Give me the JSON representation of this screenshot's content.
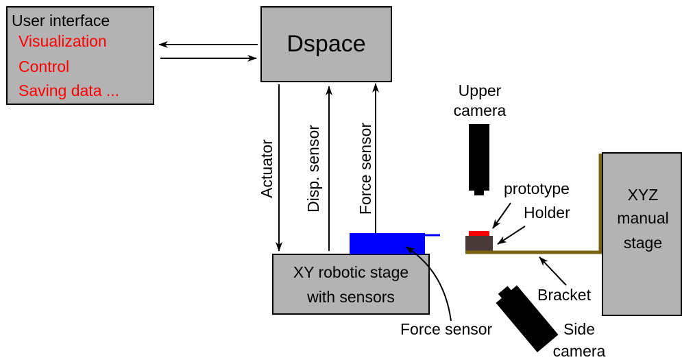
{
  "user_interface": {
    "title": "User interface",
    "items": [
      "Visualization",
      "Control",
      "Saving data ..."
    ]
  },
  "dspace": {
    "label": "Dspace"
  },
  "xy_stage": {
    "line1": "XY robotic stage",
    "line2": "with sensors"
  },
  "xyz_stage": {
    "line1": "XYZ",
    "line2": "manual",
    "line3": "stage"
  },
  "signals": {
    "actuator": "Actuator",
    "disp_sensor": "Disp. sensor",
    "force_sensor": "Force sensor"
  },
  "labels": {
    "upper_camera_1": "Upper",
    "upper_camera_2": "camera",
    "prototype": "prototype",
    "holder": "Holder",
    "bracket": "Bracket",
    "force_sensor": "Force sensor",
    "side_camera_1": "Side",
    "side_camera_2": "camera"
  },
  "colors": {
    "box_fill": "#b3b3b3",
    "highlight_text": "#ff0000",
    "force_sensor_block": "#0000ff",
    "bracket": "#7a6412",
    "holder": "#4a3a3a",
    "prototype": "#ff0000",
    "camera": "#000000"
  }
}
